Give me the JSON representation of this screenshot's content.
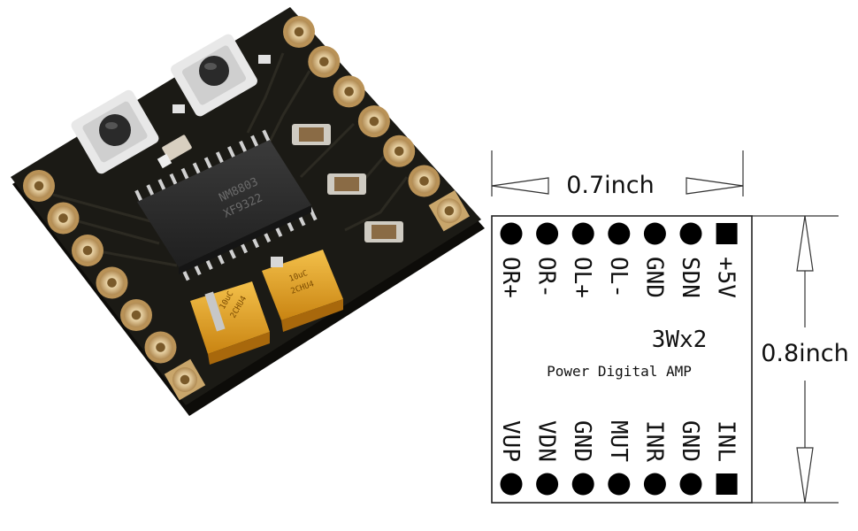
{
  "board_photo": {
    "chip_marking": [
      "NM8803",
      "XF9322"
    ],
    "cap_markings": [
      [
        "10uC",
        "2CHU4"
      ],
      [
        "10uC",
        "2CHU4"
      ]
    ]
  },
  "diagram": {
    "width_dimension": "0.7inch",
    "height_dimension": "0.8inch",
    "title": "3Wx2",
    "subtitle": "Power Digital AMP",
    "top_pins": [
      "OR+",
      "OR-",
      "OL+",
      "OL-",
      "GND",
      "SDN",
      "+5V"
    ],
    "bottom_pins": [
      "VUP",
      "VDN",
      "GND",
      "MUT",
      "INR",
      "GND",
      "INL"
    ]
  },
  "colors": {
    "pcb": "#1b1a15",
    "pad": "#c9a66b",
    "capacitor": "#e3a21d",
    "chip": "#2d2d2d",
    "pin_dot": "#000000"
  }
}
